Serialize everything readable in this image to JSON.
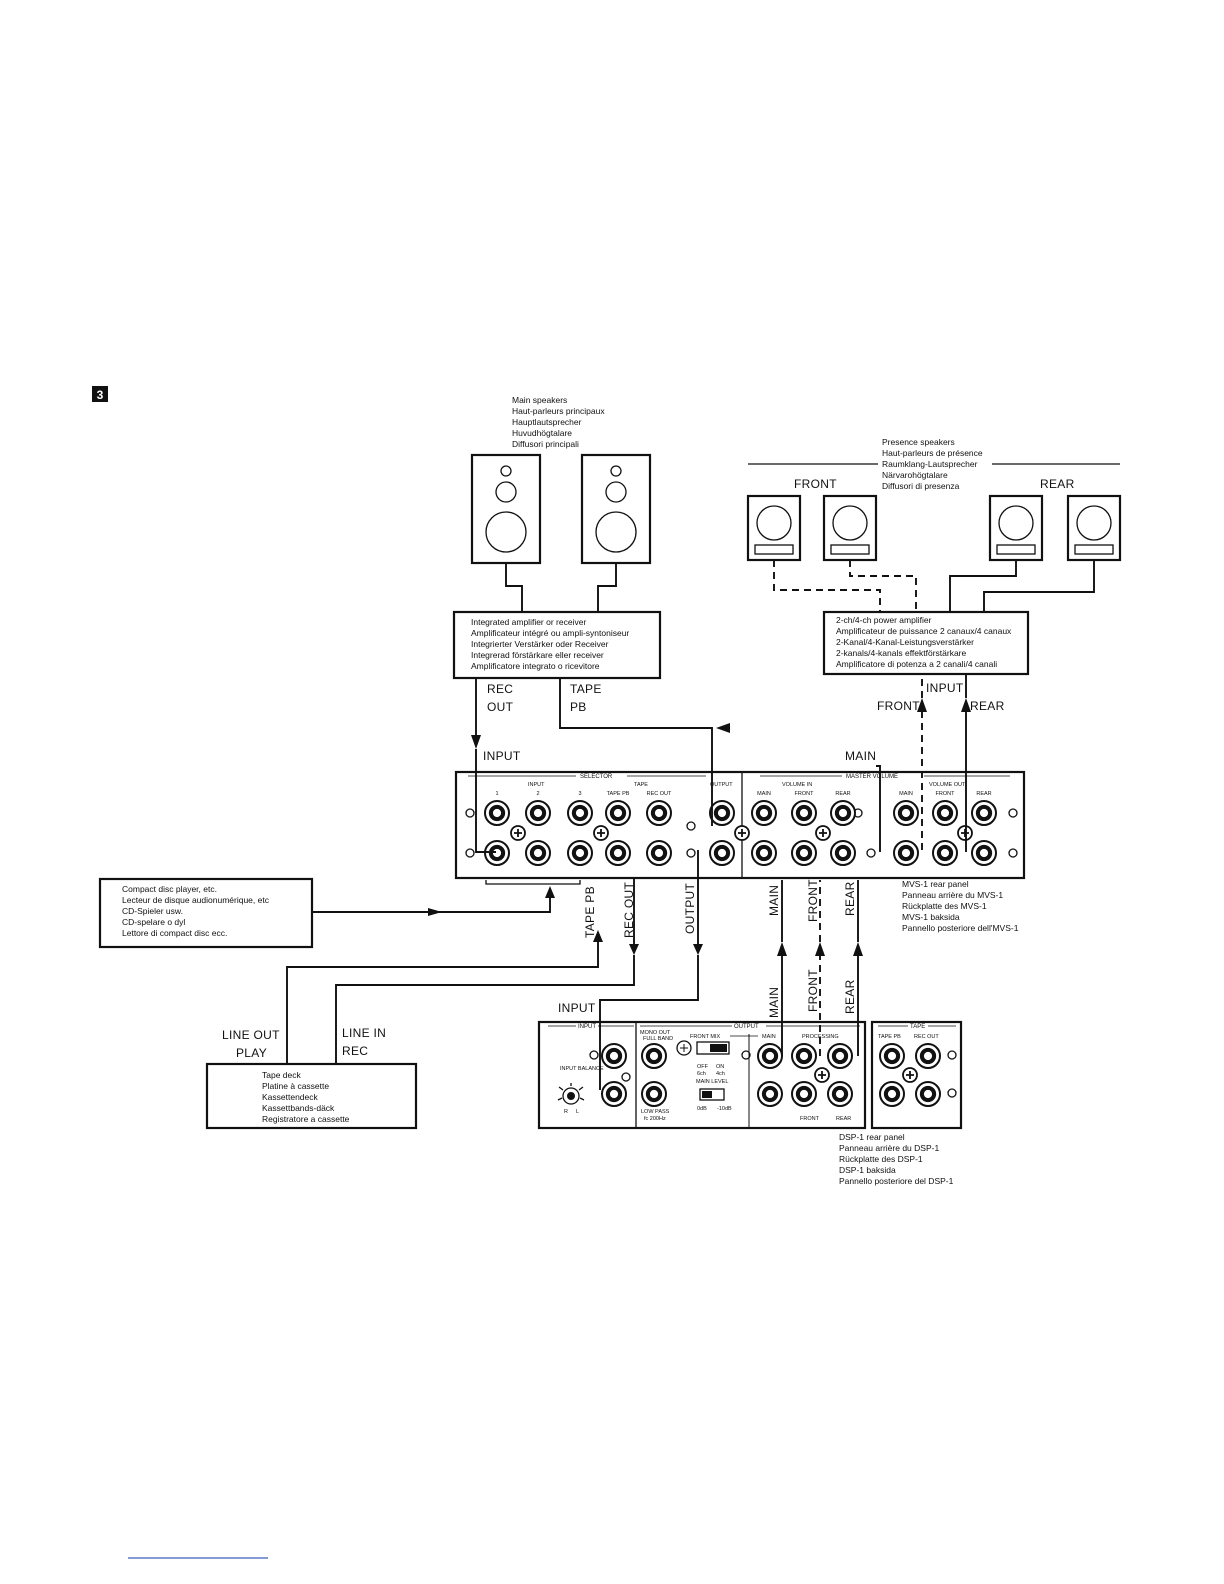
{
  "figure_number": "3",
  "main_speakers": {
    "lines": [
      "Main speakers",
      "Haut-parleurs principaux",
      "Hauptlautsprecher",
      "Huvudhögtalare",
      "Diffusori principali"
    ]
  },
  "presence_speakers": {
    "lines": [
      "Presence speakers",
      "Haut-parleurs de présence",
      "Raumklang-Lautsprecher",
      "Närvarohögtalare",
      "Diffusori di presenza"
    ],
    "front_label": "FRONT",
    "rear_label": "REAR"
  },
  "integrated_amp": {
    "lines": [
      "Integrated amplifier or receiver",
      "Amplificateur intégré ou ampli-syntoniseur",
      "Integrierter Verstärker oder Receiver",
      "Integrerad förstärkare eller receiver",
      "Amplificatore integrato o ricevitore"
    ]
  },
  "power_amp": {
    "lines": [
      "2-ch/4-ch power amplifier",
      "Amplificateur de puissance 2 canaux/4 canaux",
      "2-Kanal/4-Kanal-Leistungsverstärker",
      "2-kanals/4-kanals effektförstärkare",
      "Amplificatore di potenza a 2 canali/4 canali"
    ],
    "input_label": "INPUT",
    "front_label": "FRONT",
    "rear_label": "REAR"
  },
  "cd_player": {
    "lines": [
      "Compact disc player, etc.",
      "Lecteur de disque audionumérique, etc",
      "CD-Spieler usw.",
      "CD-spelare o dyl",
      "Lettore di compact disc ecc."
    ]
  },
  "tape_deck": {
    "lines": [
      "Tape deck",
      "Platine à cassette",
      "Kassettendeck",
      "Kassettbands-däck",
      "Registratore a cassette"
    ],
    "line_out": "LINE OUT",
    "play": "PLAY",
    "line_in": "LINE IN",
    "rec": "REC"
  },
  "connections": {
    "rec": "REC",
    "out": "OUT",
    "tape": "TAPE",
    "pb": "PB",
    "input": "INPUT",
    "main": "MAIN",
    "tape_pb": "TAPE PB",
    "rec_out": "REC OUT",
    "output": "OUTPUT",
    "front": "FRONT",
    "rear": "REAR",
    "dsp_input": "INPUT"
  },
  "mvs1_panel": {
    "selector": "SELECTOR",
    "master_volume": "MASTER VOLUME",
    "input_group": "INPUT",
    "tape_group": "TAPE",
    "output_group": "OUTPUT",
    "volume_in": "VOLUME IN",
    "volume_out": "VOLUME OUT",
    "jacks": [
      "1",
      "2",
      "3",
      "TAPE PB",
      "REC OUT"
    ],
    "vol_jacks": [
      "MAIN",
      "FRONT",
      "REAR"
    ],
    "caption": [
      "MVS-1 rear panel",
      "Panneau arrière du MVS-1",
      "Rückplatte des MVS-1",
      "MVS-1 baksida",
      "Pannello posteriore dell'MVS-1"
    ]
  },
  "dsp1_panel": {
    "input": "INPUT",
    "output": "OUTPUT",
    "mono_out": "MONO OUT",
    "full_band": "FULL BAND",
    "low_pass": "LOW PASS",
    "low_pass_freq": "fc 200Hz",
    "front_mix": "FRONT MIX",
    "off": "OFF",
    "on": "ON",
    "six_ch": "6ch",
    "four_ch": "4ch",
    "main_level": "MAIN LEVEL",
    "zero_db": "0dB",
    "minus_ten_db": "-10dB",
    "main": "MAIN",
    "processing": "PROCESSING",
    "front": "FRONT",
    "rear": "REAR",
    "input_balance": "INPUT BALANCE",
    "r": "R",
    "l": "L",
    "tape": "TAPE",
    "tape_pb": "TAPE PB",
    "rec_out": "REC OUT",
    "caption": [
      "DSP-1 rear panel",
      "Panneau arrière du DSP-1",
      "Rückplatte des DSP-1",
      "DSP-1 baksida",
      "Pannello posteriore del DSP-1"
    ]
  }
}
